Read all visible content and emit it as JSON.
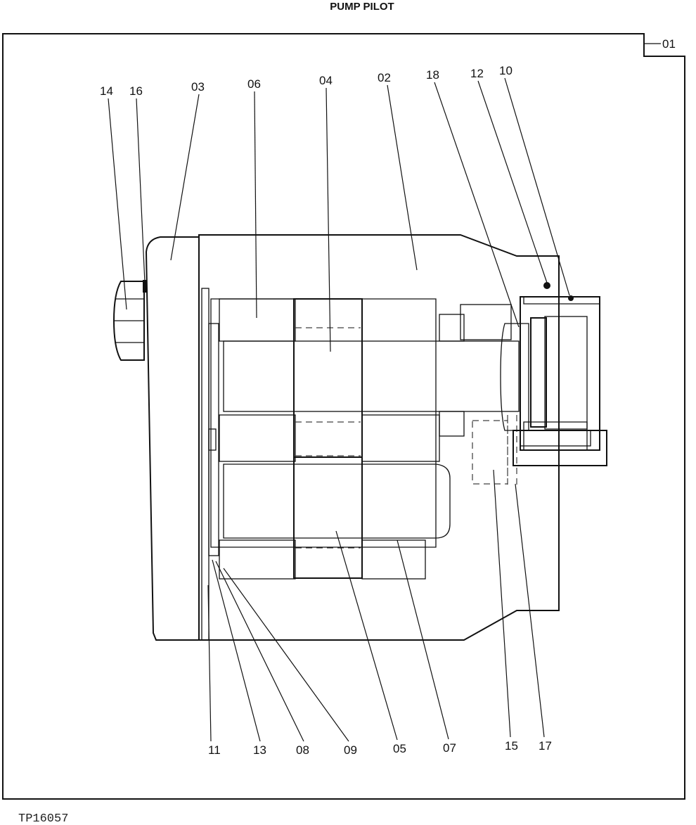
{
  "title": "PUMP PILOT",
  "assembly_label": "01",
  "figure_ref": "TP16057",
  "callouts_top": [
    "14",
    "16",
    "03",
    "06",
    "04",
    "02",
    "18",
    "12",
    "10"
  ],
  "callouts_bottom": [
    "11",
    "13",
    "08",
    "09",
    "05",
    "07",
    "15",
    "17"
  ],
  "colors": {
    "line": "#111111",
    "background": "#ffffff"
  }
}
